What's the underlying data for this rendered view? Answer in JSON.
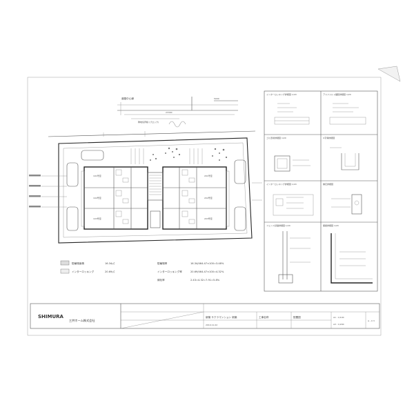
{
  "sheet": {
    "company": "三井ホーム株式会社",
    "logo_text": "SHIMURA",
    "project_title": "新築 サクラマンション 新築",
    "drawing_title": "配置図",
    "column_label": "工事名称",
    "scale_1": "A1 : 1/100",
    "scale_2": "A3 : 1/200",
    "sheet_no": "A - 0 3",
    "date": "2019.11.02"
  },
  "site_section": {
    "road_label": "道路中心線",
    "note": "隣地境界線 (ブロック)",
    "dim_total": "23300",
    "dim_part": "5000"
  },
  "legend": {
    "items": [
      {
        "label": "駐輪場面積",
        "value": "16.34㎡"
      },
      {
        "label": "インターロッキング",
        "value": "20.69㎡"
      }
    ],
    "ratios": [
      {
        "label": "駐輪場率",
        "value": "16.34/464.47×100=3.48%"
      },
      {
        "label": "インターロッキング率",
        "value": "20.69/464.47×100=4.32%"
      },
      {
        "label": "緑化率",
        "value": "2.43=4.32=7.91=5.8%"
      }
    ]
  },
  "details": [
    {
      "title": "インターロッキング詳細図 1/20"
    },
    {
      "title": "アスファルト舗装詳細図 1/20"
    },
    {
      "title": "ゴミ置場詳細図 1/20"
    },
    {
      "title": "U字溝詳細図"
    },
    {
      "title": "インターロッキング詳細図 1/20"
    },
    {
      "title": "縁石詳細図"
    },
    {
      "title": "フェンス基礎詳細図 1/20"
    },
    {
      "title": "擁壁詳細図 1/20"
    }
  ],
  "units": [
    {
      "label": "101号室"
    },
    {
      "label": "102号室"
    },
    {
      "label": "103号室"
    },
    {
      "label": "201号室"
    },
    {
      "label": "202号室"
    },
    {
      "label": "203号室"
    }
  ],
  "chart_data": null
}
